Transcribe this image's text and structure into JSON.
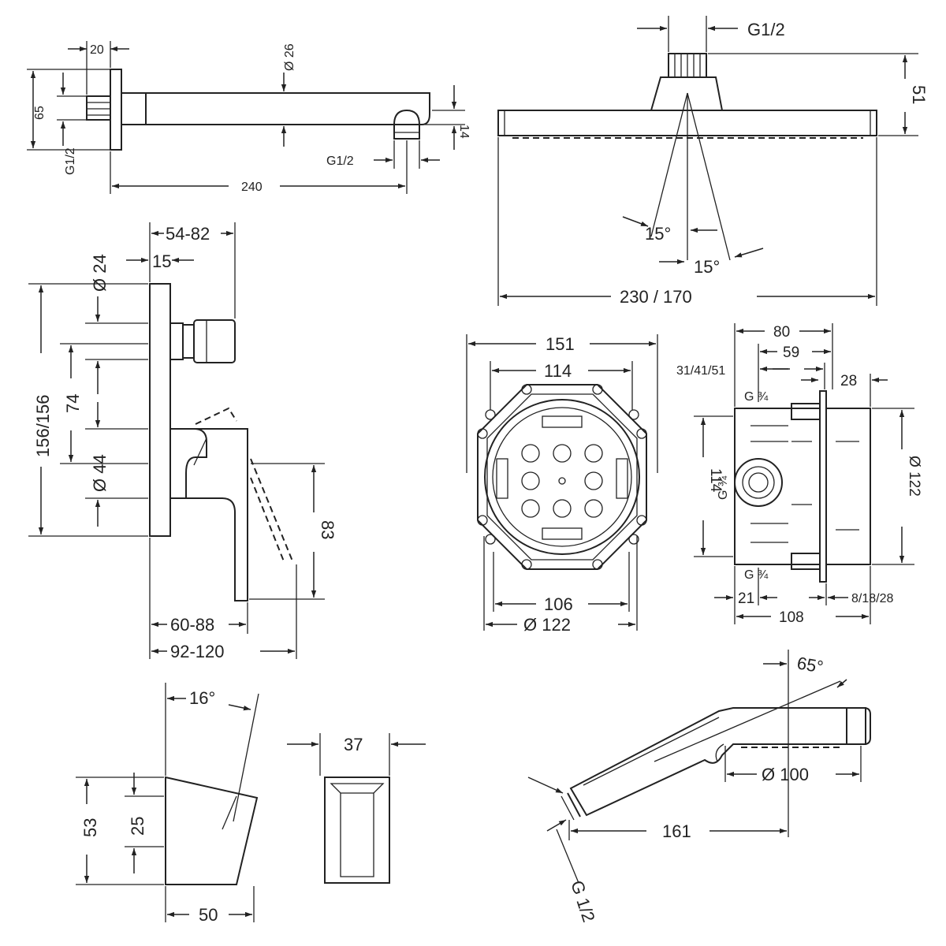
{
  "spout": {
    "d20": "20",
    "d26": "Ø 26",
    "d65": "65",
    "g12_left": "G1/2",
    "g12_outlet": "G1/2",
    "d14": "14",
    "d240": "240"
  },
  "head_shower": {
    "g12": "G1/2",
    "d51": "51",
    "angle_a": "15°",
    "angle_b": "15°",
    "width": "230 / 170"
  },
  "mixer": {
    "d5482": "54-82",
    "d24": "Ø 24",
    "d15": "15",
    "d156": "156/156",
    "d74": "74",
    "d44": "Ø 44",
    "d83": "83",
    "d6088": "60-88",
    "d92120": "92-120"
  },
  "box_front": {
    "d151": "151",
    "d114": "114",
    "d106": "106",
    "d122": "Ø  122"
  },
  "box_side": {
    "d80": "80",
    "d59": "59",
    "d314151": "31/41/51",
    "d28": "28",
    "g34_top": "G ¾",
    "g34_mid": "G ¾",
    "g34_bot": "G ¾",
    "d114": "114",
    "d122": "Ø  122",
    "d21": "21",
    "d81828": "8/18/28",
    "d108": "108"
  },
  "holder": {
    "angle": "16°",
    "d53": "53",
    "d25": "25",
    "d50": "50",
    "d37": "37"
  },
  "hand_shower": {
    "angle": "65°",
    "d100": "Ø  100",
    "d161": "161",
    "g12": "G  1/2"
  }
}
